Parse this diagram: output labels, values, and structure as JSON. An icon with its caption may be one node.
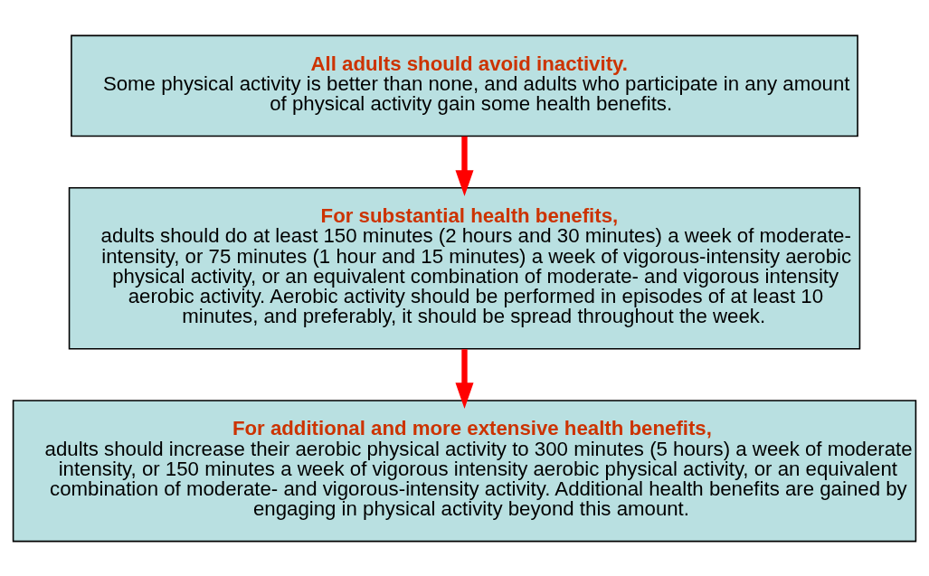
{
  "diagram": {
    "nodes": [
      {
        "text": [
          "All adults should avoid inactivity.",
          "Some physical activity is better than none, and adults who participate in any amount of physical activity gain some health benefits."
        ]
      },
      {
        "text": [
          "For substantial health benefits,",
          "adults should do at least 150 minutes (2 hours and 30 minutes) a week of moderate-intensity, or 75 minutes (1 hour and 15 minutes) a week of vigorous-intensity aerobic physical activity, or an equivalent combination of moderate- and vigorous intensity aerobic activity. Aerobic activity should be performed in episodes of at least 10 minutes, and preferably, it should be spread throughout the week."
        ]
      },
      {
        "text": [
          "For additional and more extensive health benefits,",
          "adults should increase their aerobic physical activity to 300 minutes (5 hours) a week of moderate intensity, or 150 minutes a week of vigorous intensity aerobic physical activity, or an equivalent combination of moderate- and vigorous-intensity activity. Additional health benefits are gained by engaging in physical activity beyond this amount."
        ]
      }
    ],
    "edges": [
      {
        "from": 0,
        "to": 1,
        "arrow": "to"
      },
      {
        "from": 1,
        "to": 2,
        "arrow": "to"
      }
    ]
  }
}
